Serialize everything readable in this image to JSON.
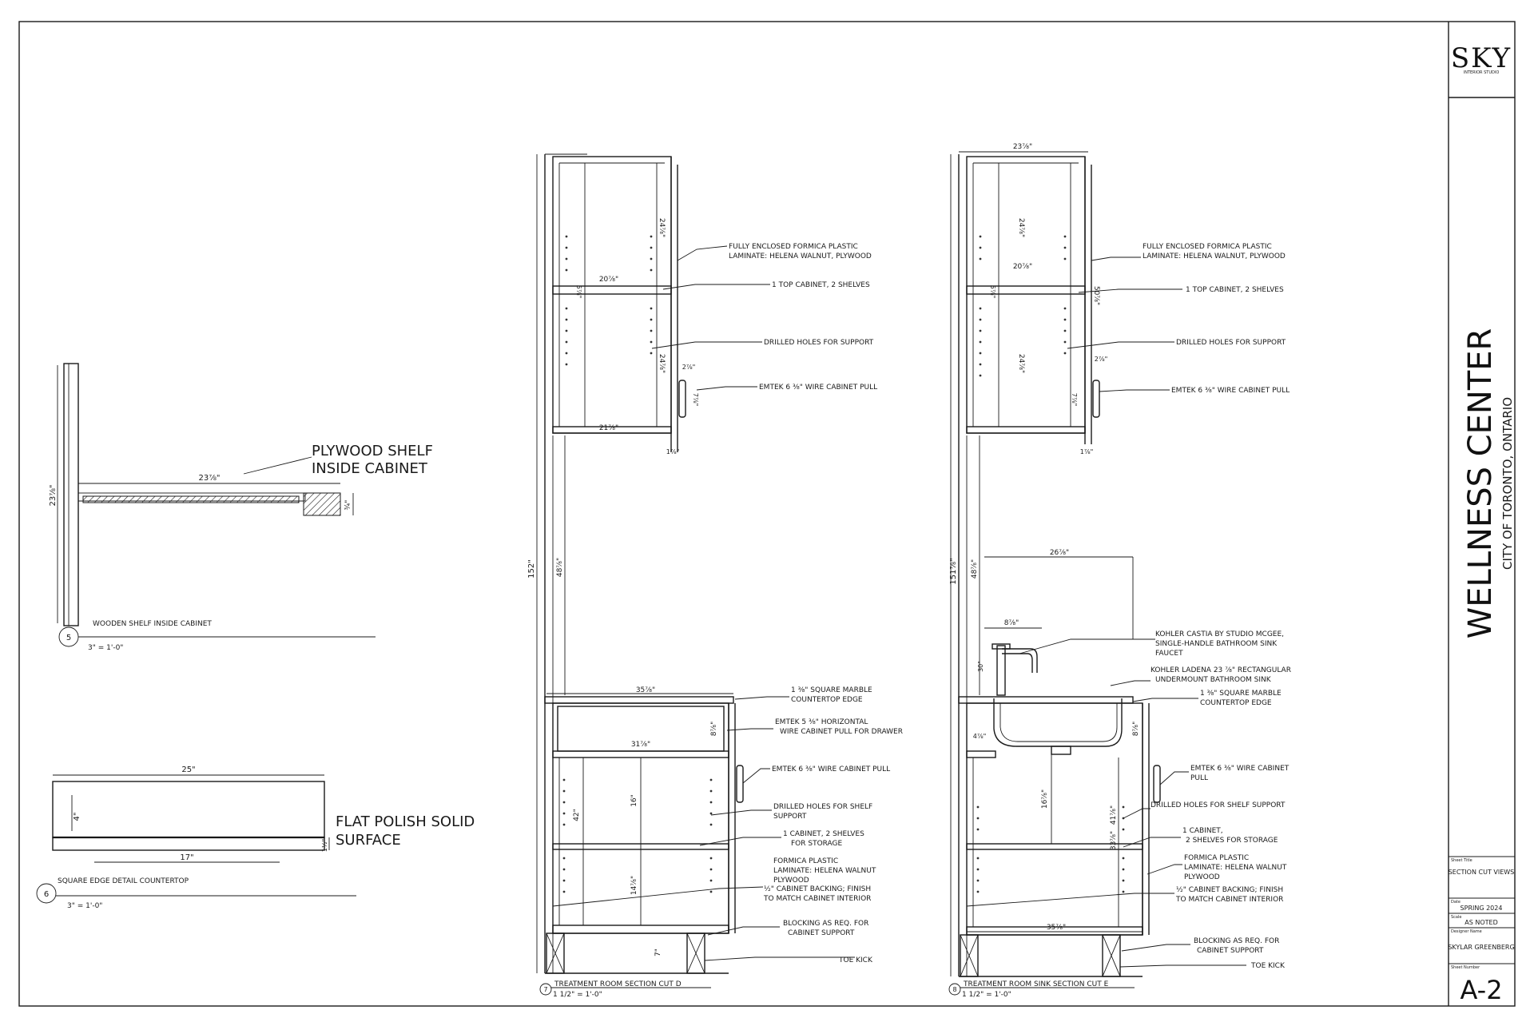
{
  "title_block": {
    "logo": "SKY",
    "logo_sub": "INTERIOR STUDIO",
    "project": "WELLNESS CENTER",
    "location": "CITY OF TORONTO, ONTARIO",
    "sheet_title_label": "Sheet Title",
    "sheet_title": "SECTION CUT VIEWS",
    "date_label": "Date",
    "date": "SPRING 2024",
    "scale_label": "Scale",
    "scale": "AS NOTED",
    "designer_label": "Designer Name",
    "designer": "SKYLAR GREENBERG",
    "sheet_number_label": "Sheet Number",
    "sheet_number": "A-2"
  },
  "detail5": {
    "num": "5",
    "title": "WOODEN SHELF INSIDE CABINET",
    "scale": "3\" = 1'-0\"",
    "callout_line1": "PLYWOOD SHELF",
    "callout_line2": "INSIDE CABINET",
    "dim_width": "23⅞\"",
    "dim_height": "23⅞\"",
    "dim_thick": "¾\""
  },
  "detail6": {
    "num": "6",
    "title": "SQUARE EDGE DETAIL COUNTERTOP",
    "scale": "3\" = 1'-0\"",
    "callout_line1": "FLAT POLISH SOLID",
    "callout_line2": "SURFACE",
    "dim_top": "25\"",
    "dim_bottom": "17\"",
    "dim_left": "4\"",
    "dim_right": "1½\""
  },
  "section7": {
    "num": "7",
    "title": "TREATMENT ROOM SECTION CUT D",
    "scale": "1 1/2\" = 1'-0\"",
    "labels": {
      "upper_enclosed_1": "FULLY ENCLOSED FORMICA PLASTIC",
      "upper_enclosed_2": "LAMINATE: HELENA WALNUT, PLYWOOD",
      "top_cabinet": "1 TOP CABINET, 2 SHELVES",
      "drilled": "DRILLED HOLES FOR SUPPORT",
      "pull": "EMTEK 6 ⅜\" WIRE CABINET PULL",
      "marble_1": "1 ⅜\" SQUARE MARBLE",
      "marble_2": "COUNTERTOP EDGE",
      "drawer_pull_1": "EMTEK 5 ⅜\" HORIZONTAL",
      "drawer_pull_2": "WIRE CABINET PULL FOR DRAWER",
      "lower_pull": "EMTEK 6 ⅜\" WIRE CABINET PULL",
      "shelf_drill_1": "DRILLED HOLES FOR SHELF",
      "shelf_drill_2": "SUPPORT",
      "storage_1": "1 CABINET, 2 SHELVES",
      "storage_2": "FOR STORAGE",
      "formica_1": "FORMICA PLASTIC",
      "formica_2": "LAMINATE: HELENA WALNUT",
      "formica_3": "PLYWOOD",
      "backing_1": "½\" CABINET BACKING; FINISH",
      "backing_2": "TO MATCH CABINET INTERIOR",
      "blocking_1": "BLOCKING AS REQ. FOR",
      "blocking_2": "CABINET SUPPORT",
      "toe_kick": "TOE KICK"
    },
    "dims": {
      "d_152": "152\"",
      "d_48": "48⅞\"",
      "d_24a": "24⅞\"",
      "d_20": "20⅞\"",
      "d_5": "5⅞\"",
      "d_24b": "24⅞\"",
      "d_21": "21⅞\"",
      "d_2": "2⅞\"",
      "d_7": "7⅞\"",
      "d_1": "1⅞\"",
      "d_35": "35⅞\"",
      "d_31": "31⅞\"",
      "d_8": "8⅞\"",
      "d_16": "16\"",
      "d_42": "42\"",
      "d_14": "14⅞\"",
      "d_7b": "7\""
    }
  },
  "section8": {
    "num": "8",
    "title": "TREATMENT ROOM SINK SECTION CUT E",
    "scale": "1 1/2\" = 1'-0\"",
    "labels": {
      "upper_enclosed_1": "FULLY ENCLOSED FORMICA PLASTIC",
      "upper_enclosed_2": "LAMINATE: HELENA WALNUT, PLYWOOD",
      "top_cabinet": "1 TOP CABINET, 2 SHELVES",
      "drilled": "DRILLED HOLES FOR SUPPORT",
      "pull": "EMTEK 6 ⅜\" WIRE CABINET PULL",
      "faucet_1": "KOHLER CASTIA BY STUDIO MCGEE,",
      "faucet_2": "SINGLE-HANDLE BATHROOM SINK",
      "faucet_3": "FAUCET",
      "sink_1": "KOHLER LADENA 23 ⅞\" RECTANGULAR",
      "sink_2": "UNDERMOUNT BATHROOM SINK",
      "marble_1": "1 ⅜\" SQUARE MARBLE",
      "marble_2": "COUNTERTOP EDGE",
      "lower_pull_1": "EMTEK 6 ⅜\" WIRE CABINET",
      "lower_pull_2": "PULL",
      "shelf_drill": "DRILLED HOLES FOR SHELF SUPPORT",
      "storage_1": "1 CABINET,",
      "storage_2": "2 SHELVES FOR STORAGE",
      "formica_1": "FORMICA PLASTIC",
      "formica_2": "LAMINATE: HELENA WALNUT",
      "formica_3": "PLYWOOD",
      "backing_1": "½\" CABINET BACKING; FINISH",
      "backing_2": "TO MATCH CABINET INTERIOR",
      "blocking_1": "BLOCKING AS REQ. FOR",
      "blocking_2": "CABINET SUPPORT",
      "toe_kick": "TOE KICK"
    },
    "dims": {
      "d_23": "23⅞\"",
      "d_24a": "24⅞\"",
      "d_20": "20⅞\"",
      "d_5": "5⅞\"",
      "d_50": "50⅞\"",
      "d_24b": "24⅞\"",
      "d_7": "7⅞\"",
      "d_2": "2⅞\"",
      "d_1": "1⅞\"",
      "d_151": "151⅞\"",
      "d_48": "48⅞\"",
      "d_26": "26⅞\"",
      "d_8": "8⅞\"",
      "d_30": "30\"",
      "d_4": "4⅞\"",
      "d_16": "16⅞\"",
      "d_41": "41⅞\"",
      "d_8b": "8⅞\"",
      "d_33": "33⅞\"",
      "d_35": "35⅞\""
    }
  }
}
